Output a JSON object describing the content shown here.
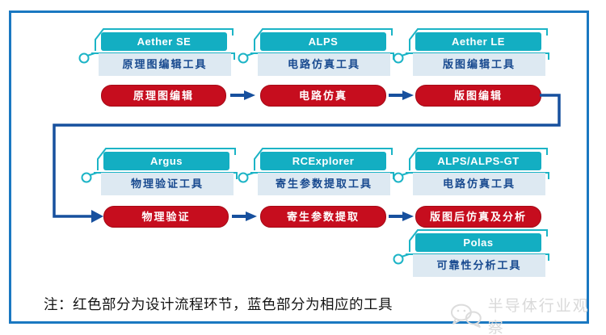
{
  "diagram": {
    "tools": [
      {
        "name": "Aether SE",
        "desc": "原理图编辑工具"
      },
      {
        "name": "ALPS",
        "desc": "电路仿真工具"
      },
      {
        "name": "Aether LE",
        "desc": "版图编辑工具"
      },
      {
        "name": "Argus",
        "desc": "物理验证工具"
      },
      {
        "name": "RCExplorer",
        "desc": "寄生参数提取工具"
      },
      {
        "name": "ALPS/ALPS-GT",
        "desc": "电路仿真工具"
      },
      {
        "name": "Polas",
        "desc": "可靠性分析工具"
      }
    ],
    "flow_steps": [
      "原理图编辑",
      "电路仿真",
      "版图编辑",
      "物理验证",
      "寄生参数提取",
      "版图后仿真及分析"
    ],
    "note": "注：红色部分为设计流程环节，蓝色部分为相应的工具",
    "watermark": "半导体行业观察",
    "colors": {
      "tool_header": "#13aec2",
      "tool_outline": "#1cb4c6",
      "tool_desc_bg": "#dde9f2",
      "tool_desc_text": "#17498f",
      "flow_red": "#c60d1e",
      "arrow_navy": "#17509e",
      "frame_blue": "#1a78c1"
    }
  }
}
